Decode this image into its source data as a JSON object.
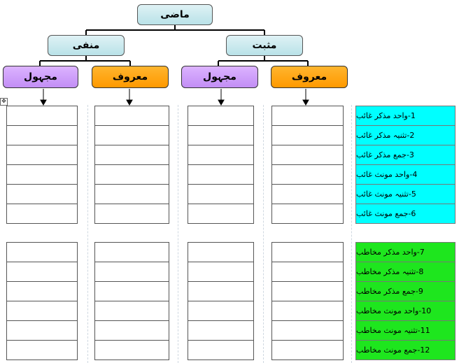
{
  "tree": {
    "root": "ماضی",
    "level1": {
      "left": "منفی",
      "right": "مثبت"
    },
    "level2": {
      "maroof": "معروف",
      "majhool": "مجہول"
    }
  },
  "rows_ghaib": [
    "1-واحد مذکر غائب",
    "2-تثنیہ مذکر غائب",
    "3-جمع مذکر غائب",
    "4-واحد مونث غائب",
    "5-تثنیہ مونث غائب",
    "6-جمع مونث غائب"
  ],
  "rows_mukhatab": [
    "7-واحد مذکر مخاطب",
    "8-تثنیہ مذکر مخاطب",
    "9-جمع مذکر مخاطب",
    "10-واحد مونث مخاطب",
    "11-تثنیہ مونث مخاطب",
    "12-جمع مونث مخاطب"
  ],
  "colors": {
    "ghaib": "#00ffff",
    "mukhatab": "#1ee61e",
    "maroof": "#ff9900",
    "majhool": "#c28ef5"
  },
  "icons": {
    "move_handle": "move-icon"
  }
}
